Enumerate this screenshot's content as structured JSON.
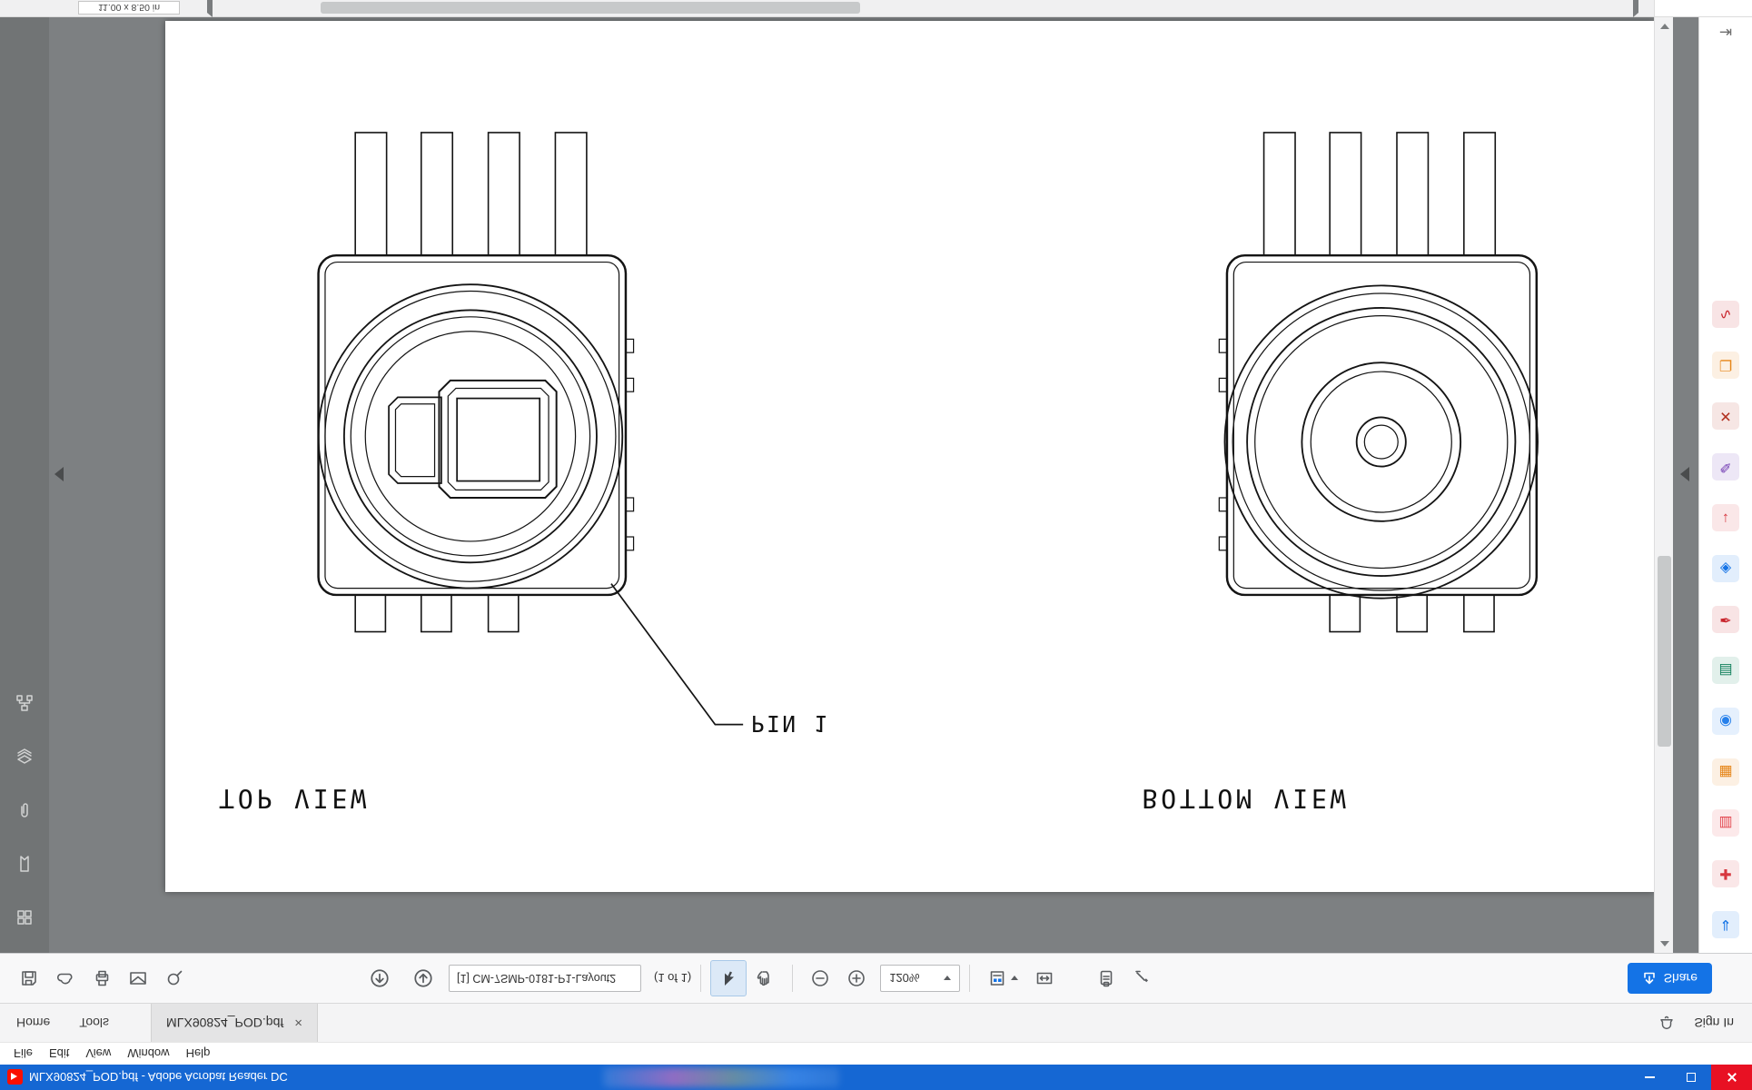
{
  "window": {
    "title": "MLX90824_POD.pdf - Adobe Acrobat Reader DC"
  },
  "menu_bar": {
    "items": [
      "File",
      "Edit",
      "View",
      "Window",
      "Help"
    ]
  },
  "tab_bar": {
    "home_label": "Home",
    "tools_label": "Tools",
    "document_tab": {
      "label": "MLX90824_POD.pdf",
      "close_glyph": "×"
    },
    "sign_in_label": "Sign In"
  },
  "toolbar": {
    "icons": [
      "save",
      "cloud-save",
      "print",
      "email",
      "search",
      "page-up",
      "page-down",
      "select-tool",
      "hand-tool",
      "zoom-out",
      "zoom-in",
      "page-display",
      "fit-width",
      "clipboard",
      "pen"
    ],
    "page_nav": {
      "field_value": "[1] CM-7SMP-0181-P1-Layout2",
      "page_count": "(1 of 1)"
    },
    "zoom": {
      "level": "120%"
    },
    "share_label": "Share"
  },
  "left_panel": {
    "icons": [
      "page-thumbnails",
      "bookmarks",
      "attachments",
      "layers",
      "model-tree"
    ]
  },
  "right_panel": {
    "tools": [
      {
        "name": "export-pdf",
        "color": "#1473e6",
        "glyph": "⇓"
      },
      {
        "name": "create-pdf",
        "color": "#d7373f",
        "glyph": "✚"
      },
      {
        "name": "combine-files",
        "color": "#e34850",
        "glyph": "▥"
      },
      {
        "name": "organize-pages",
        "color": "#e68619",
        "glyph": "▦"
      },
      {
        "name": "stamp",
        "color": "#2680eb",
        "glyph": "◉"
      },
      {
        "name": "scan-ocr",
        "color": "#12805c",
        "glyph": "▤"
      },
      {
        "name": "fill-and-sign",
        "color": "#c9252d",
        "glyph": "✒"
      },
      {
        "name": "protect",
        "color": "#1473e6",
        "glyph": "◈"
      },
      {
        "name": "compress-pdf",
        "color": "#d7373f",
        "glyph": "↓"
      },
      {
        "name": "edit-pdf",
        "color": "#6f38b1",
        "glyph": "✎"
      },
      {
        "name": "redact",
        "color": "#b1301f",
        "glyph": "✕"
      },
      {
        "name": "comment",
        "color": "#e68619",
        "glyph": "❏"
      },
      {
        "name": "certificates",
        "color": "#c9252d",
        "glyph": "∿"
      }
    ],
    "collapse_glyph": "⇥"
  },
  "document": {
    "size_indicator": "11.00 x 8.50 in",
    "labels": {
      "top_view": "TOP VIEW",
      "bottom_view": "BOTTOM VIEW",
      "pin_1": "PIN 1"
    }
  },
  "colors": {
    "title_bar": "#1567d3",
    "close_button": "#e81123",
    "share_button": "#1473e6",
    "canvas": "#7d8082"
  }
}
